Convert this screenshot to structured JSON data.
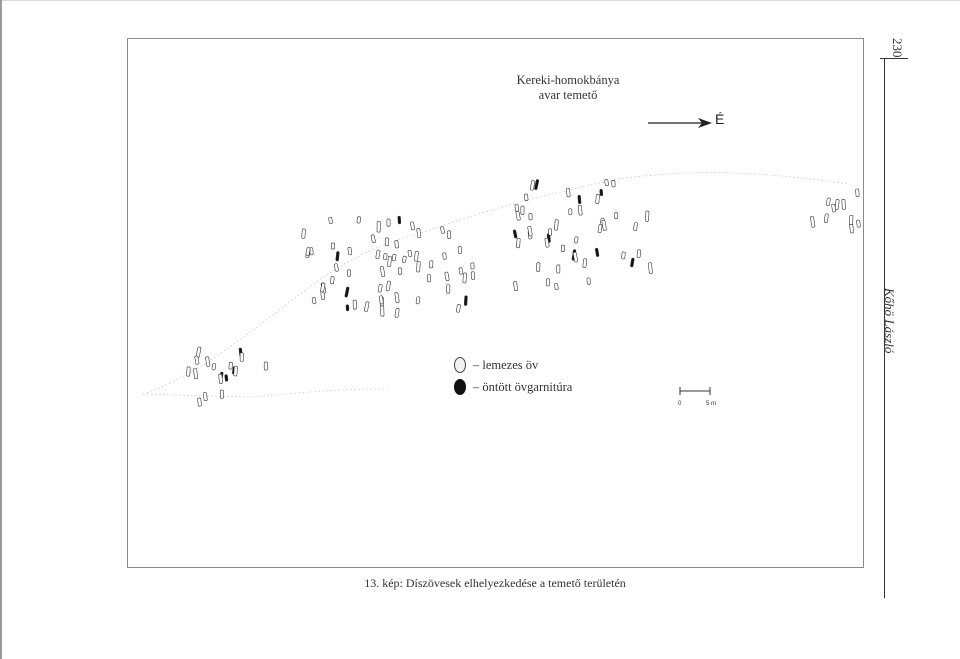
{
  "page": {
    "number": "230",
    "author": "Kőhö László",
    "caption": "13. kép: Díszövesek elhelyezkedése a temető területén"
  },
  "map": {
    "title_line1": "Kereki-homokbánya",
    "title_line2": "avar temető",
    "north_label": "É",
    "legend": [
      {
        "symbol": "open-outline-grave-icon",
        "label": "– lemezes öv"
      },
      {
        "symbol": "filled-black-grave-icon",
        "label": "– öntött övgarnitúra"
      }
    ],
    "scale_bar": {
      "start": "0",
      "end": "5 m"
    }
  },
  "colors": {
    "ink": "#2a2a2a",
    "frame": "#8a8a8a",
    "dotted_outline": "#bdbdbd"
  }
}
